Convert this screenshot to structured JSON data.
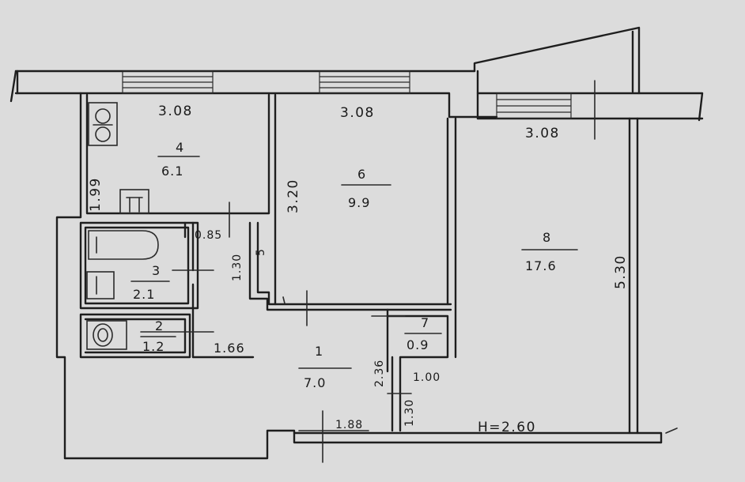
{
  "rooms": [
    {
      "number": "1",
      "area": "7.0"
    },
    {
      "number": "2",
      "area": "1.2"
    },
    {
      "number": "3",
      "area": "2.1"
    },
    {
      "number": "4",
      "area": "6.1"
    },
    {
      "number": "6",
      "area": "9.9"
    },
    {
      "number": "7",
      "area": "0.9"
    },
    {
      "number": "8",
      "area": "17.6"
    }
  ],
  "dimensions": {
    "kitchen_width": "3.08",
    "room6_width": "3.08",
    "room8_width": "3.08",
    "kitchen_depth": "1.99",
    "room6_depth": "3.20",
    "room8_depth": "5.30",
    "bath_door": "0.85",
    "wc_stub": "1.30",
    "bath_stub": "5",
    "hall_wc": "1.66",
    "hall_closet": "2.36",
    "closet_width": "1.00",
    "hall_lower": "1.30",
    "entrance": "1.88"
  },
  "ceiling_height": "H=2.60"
}
